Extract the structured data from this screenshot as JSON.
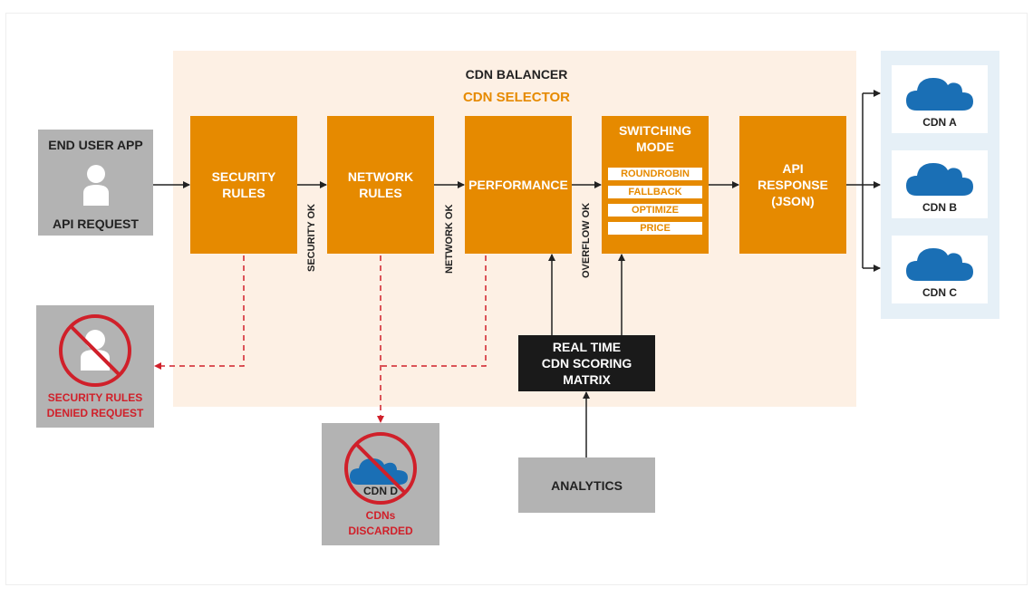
{
  "balancer": {
    "title": "CDN BALANCER",
    "subtitle": "CDN SELECTOR"
  },
  "end_user": {
    "title": "END USER APP",
    "caption": "API REQUEST"
  },
  "stages": {
    "security": "SECURITY\nRULES",
    "network": "NETWORK\nRULES",
    "performance": "PERFORMANCE",
    "switching_title": "SWITCHING\nMODE",
    "api_response": "API\nRESPONSE\n(JSON)"
  },
  "switching_modes": [
    "ROUNDROBIN",
    "FALLBACK",
    "OPTIMIZE",
    "PRICE"
  ],
  "conditions": {
    "security_ok": "SECURITY OK",
    "network_ok": "NETWORK OK",
    "overflow_ok": "OVERFLOW OK"
  },
  "scoring_matrix": "REAL TIME\nCDN SCORING\nMATRIX",
  "analytics": "ANALYTICS",
  "cdns": [
    "CDN A",
    "CDN B",
    "CDN C"
  ],
  "denied": {
    "label": "SECURITY RULES\nDENIED REQUEST"
  },
  "discarded": {
    "cdn_label": "CDN D",
    "label": "CDNs\nDISCARDED"
  },
  "colors": {
    "orange": "#e68a00",
    "cloud_blue": "#1a6fb5",
    "deny_red": "#d0202a",
    "gray": "#b3b3b3"
  }
}
